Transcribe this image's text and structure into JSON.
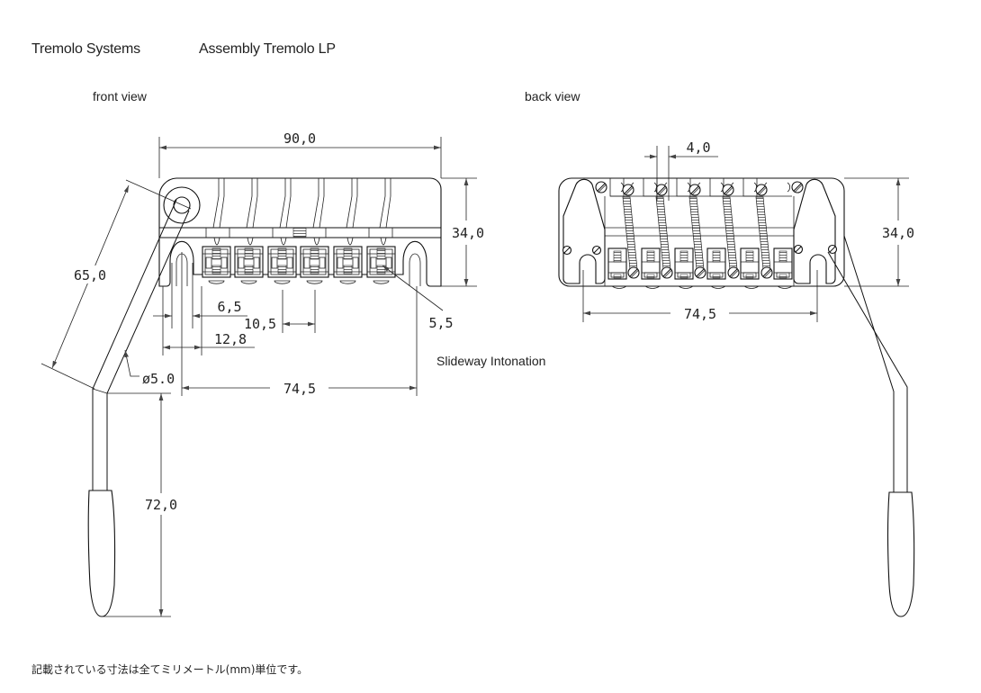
{
  "header": {
    "category": "Tremolo Systems",
    "title": "Assembly Tremolo LP"
  },
  "views": {
    "front": {
      "label": "front view",
      "dimensions": {
        "width": "90,0",
        "height": "34,0",
        "arm_length": "65,0",
        "arm_diameter": "ø5.0",
        "handle_length": "72,0",
        "post_gap": "6,5",
        "saddle_spacing": "10,5",
        "post_width": "12,8",
        "post_spacing": "74,5",
        "slideway": "5,5"
      },
      "annotation": "Slideway Intonation"
    },
    "back": {
      "label": "back view",
      "dimensions": {
        "spring_spacing": "4,0",
        "height": "34,0",
        "post_spacing": "74,5"
      }
    }
  },
  "footer": {
    "note": "記載されている寸法は全てミリメートル(mm)単位です。"
  }
}
